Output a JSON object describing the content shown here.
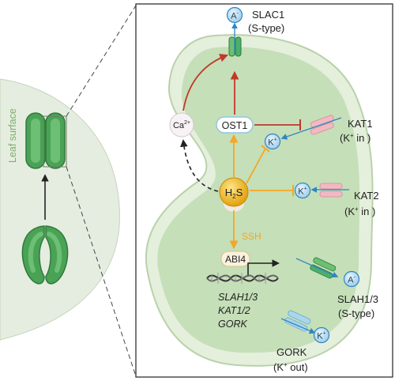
{
  "leaf": {
    "surface_label": "Leaf surface"
  },
  "cell": {
    "anion_top": "A",
    "anion_top_sup": "-",
    "anion_right": "A",
    "anion_right_sup": "-",
    "potassium": "K",
    "potassium_sup": "+",
    "calcium": "Ca",
    "calcium_sup": "2+",
    "ost1": "OST1",
    "h2s": "H",
    "h2s_sub": "2",
    "h2s_end": "S",
    "ssh": "SSH",
    "abi4": "ABI4",
    "genes": [
      "SLAH1/3",
      "KAT1/2",
      "GORK"
    ]
  },
  "channels": {
    "slac1": {
      "name": "SLAC1",
      "type": "(S-type)"
    },
    "kat1": {
      "name": "KAT1",
      "type": "(K",
      "type_sup": "+",
      "type_end": " in )"
    },
    "kat2": {
      "name": "KAT2",
      "type": "(K",
      "type_sup": "+",
      "type_end": " in )"
    },
    "slah13": {
      "name": "SLAH1/3",
      "type": "(S-type)"
    },
    "gork": {
      "name": "GORK",
      "type": "(K",
      "type_sup": "+",
      "type_end": " out)"
    }
  },
  "colors": {
    "cell_fill": "#c5dfb8",
    "cell_wall": "#e4efdc",
    "guard_green": "#2f8a3a",
    "activate_red": "#c0392b",
    "h2s_orange": "#f5a623",
    "ion_blue": "#2e86c1",
    "kat_pink": "#f3b9c3",
    "gork_blue": "#a9d6ee",
    "slah_green": "#4caf6a"
  }
}
